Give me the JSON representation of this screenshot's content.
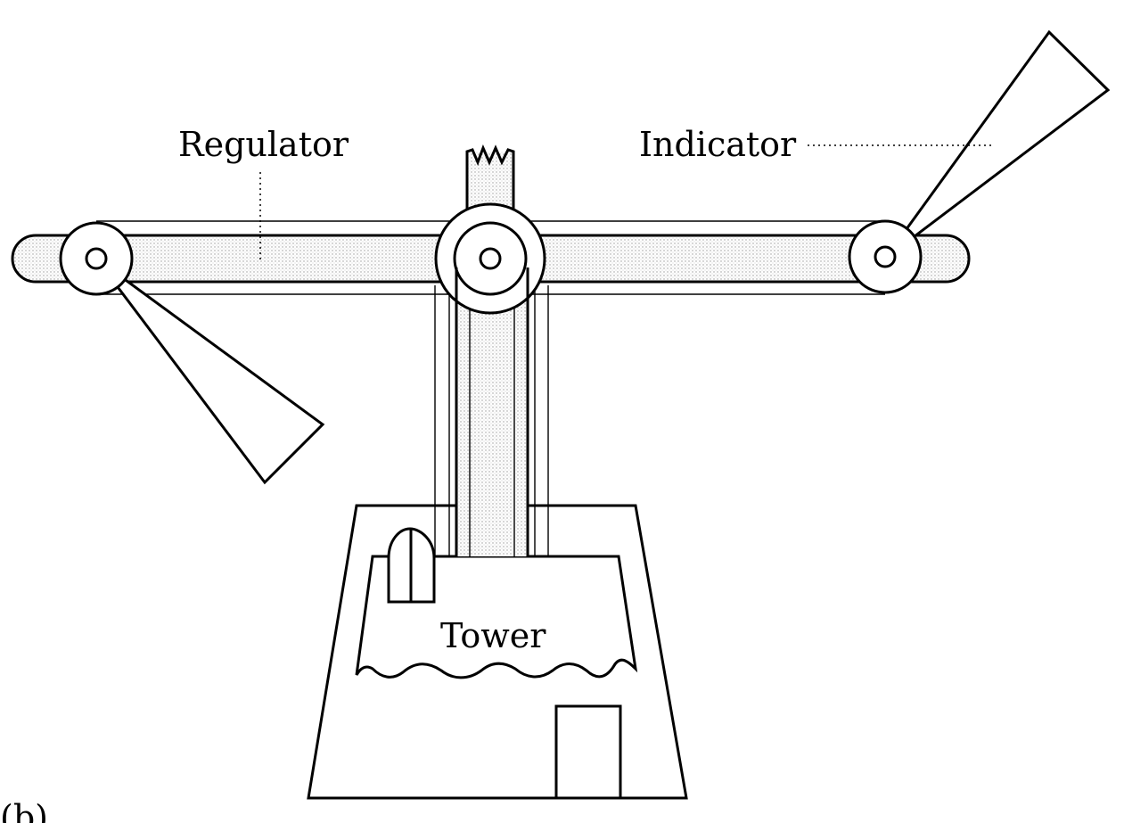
{
  "diagram": {
    "labels": {
      "regulator": "Regulator",
      "indicator": "Indicator",
      "tower": "Tower",
      "panel_tag": "(b)"
    },
    "colors": {
      "ink": "#000000",
      "background": "#ffffff",
      "stipple": "#d9d9d9"
    }
  }
}
